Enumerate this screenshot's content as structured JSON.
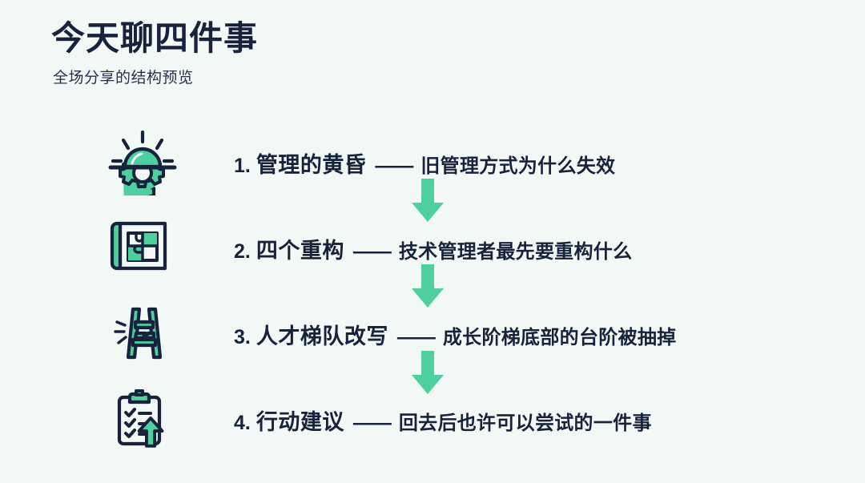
{
  "theme": {
    "background": "#f2f8f6",
    "ink": "#17233d",
    "accent_green": "#4ecf9e",
    "accent_green_dark": "#3fba8c"
  },
  "header": {
    "title": "今天聊四件事",
    "subtitle": "全场分享的结构预览"
  },
  "agenda": {
    "items": [
      {
        "number": "1.",
        "heading": "管理的黄昏",
        "dash": "——",
        "description": "旧管理方式为什么失效",
        "icon": "sunset-gear-icon"
      },
      {
        "number": "2.",
        "heading": "四个重构",
        "dash": "——",
        "description": "技术管理者最先要重构什么",
        "icon": "blueprint-puzzle-icon"
      },
      {
        "number": "3.",
        "heading": "人才梯队改写",
        "dash": "——",
        "description": "成长阶梯底部的台阶被抽掉",
        "icon": "broken-ladder-icon"
      },
      {
        "number": "4.",
        "heading": "行动建议",
        "dash": "——",
        "description": "回去后也许可以尝试的一件事",
        "icon": "clipboard-up-arrow-icon"
      }
    ],
    "connectors": [
      {
        "icon": "down-arrow-icon"
      },
      {
        "icon": "down-arrow-icon"
      },
      {
        "icon": "down-arrow-icon"
      }
    ]
  }
}
